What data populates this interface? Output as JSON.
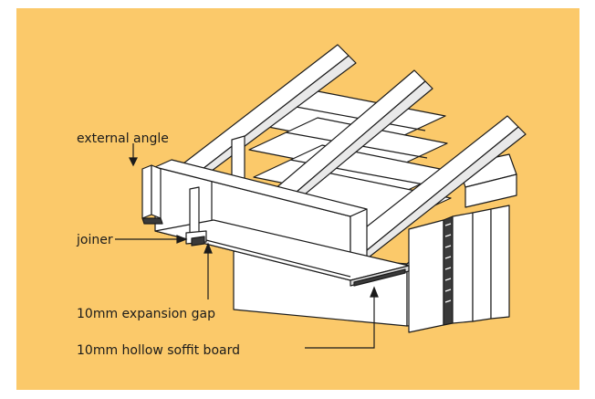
{
  "labels": {
    "external_angle": "external angle",
    "joiner": "joiner",
    "expansion_gap": "10mm expansion gap",
    "soffit_board": "10mm hollow soffit board"
  },
  "colors": {
    "background": "#fbc96a",
    "page": "#ffffff",
    "line": "#1b1b1b",
    "component_fill": "#ffffff"
  }
}
